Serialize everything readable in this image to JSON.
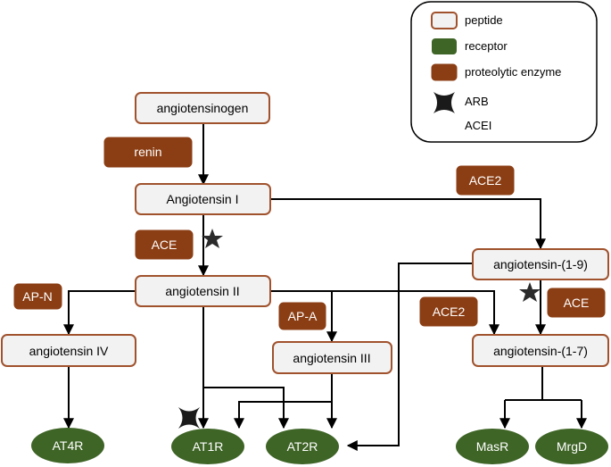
{
  "colors": {
    "peptide_fill": "#f2f2f2",
    "peptide_border": "#a0522d",
    "enzyme": "#8b3e14",
    "receptor": "#3e6426",
    "star": "#2b2b2b"
  },
  "legend": {
    "peptide": "peptide",
    "receptor": "receptor",
    "enzyme": "proteolytic enzyme",
    "arb": "ARB",
    "acei": "ACEI"
  },
  "peptides": {
    "angiotensinogen": "angiotensinogen",
    "ang1": "Angiotensin I",
    "ang2": "angiotensin II",
    "ang4": "angiotensin IV",
    "ang3": "angiotensin III",
    "ang19": "angiotensin-(1-9)",
    "ang17": "angiotensin-(1-7)"
  },
  "enzymes": {
    "renin": "renin",
    "ace_left": "ACE",
    "ace2_top": "ACE2",
    "apn": "AP-N",
    "apa": "AP-A",
    "ace2_mid": "ACE2",
    "ace_right": "ACE"
  },
  "receptors": {
    "at4r": "AT4R",
    "at1r": "AT1R",
    "at2r": "AT2R",
    "masr": "MasR",
    "mrgd": "MrgD"
  }
}
